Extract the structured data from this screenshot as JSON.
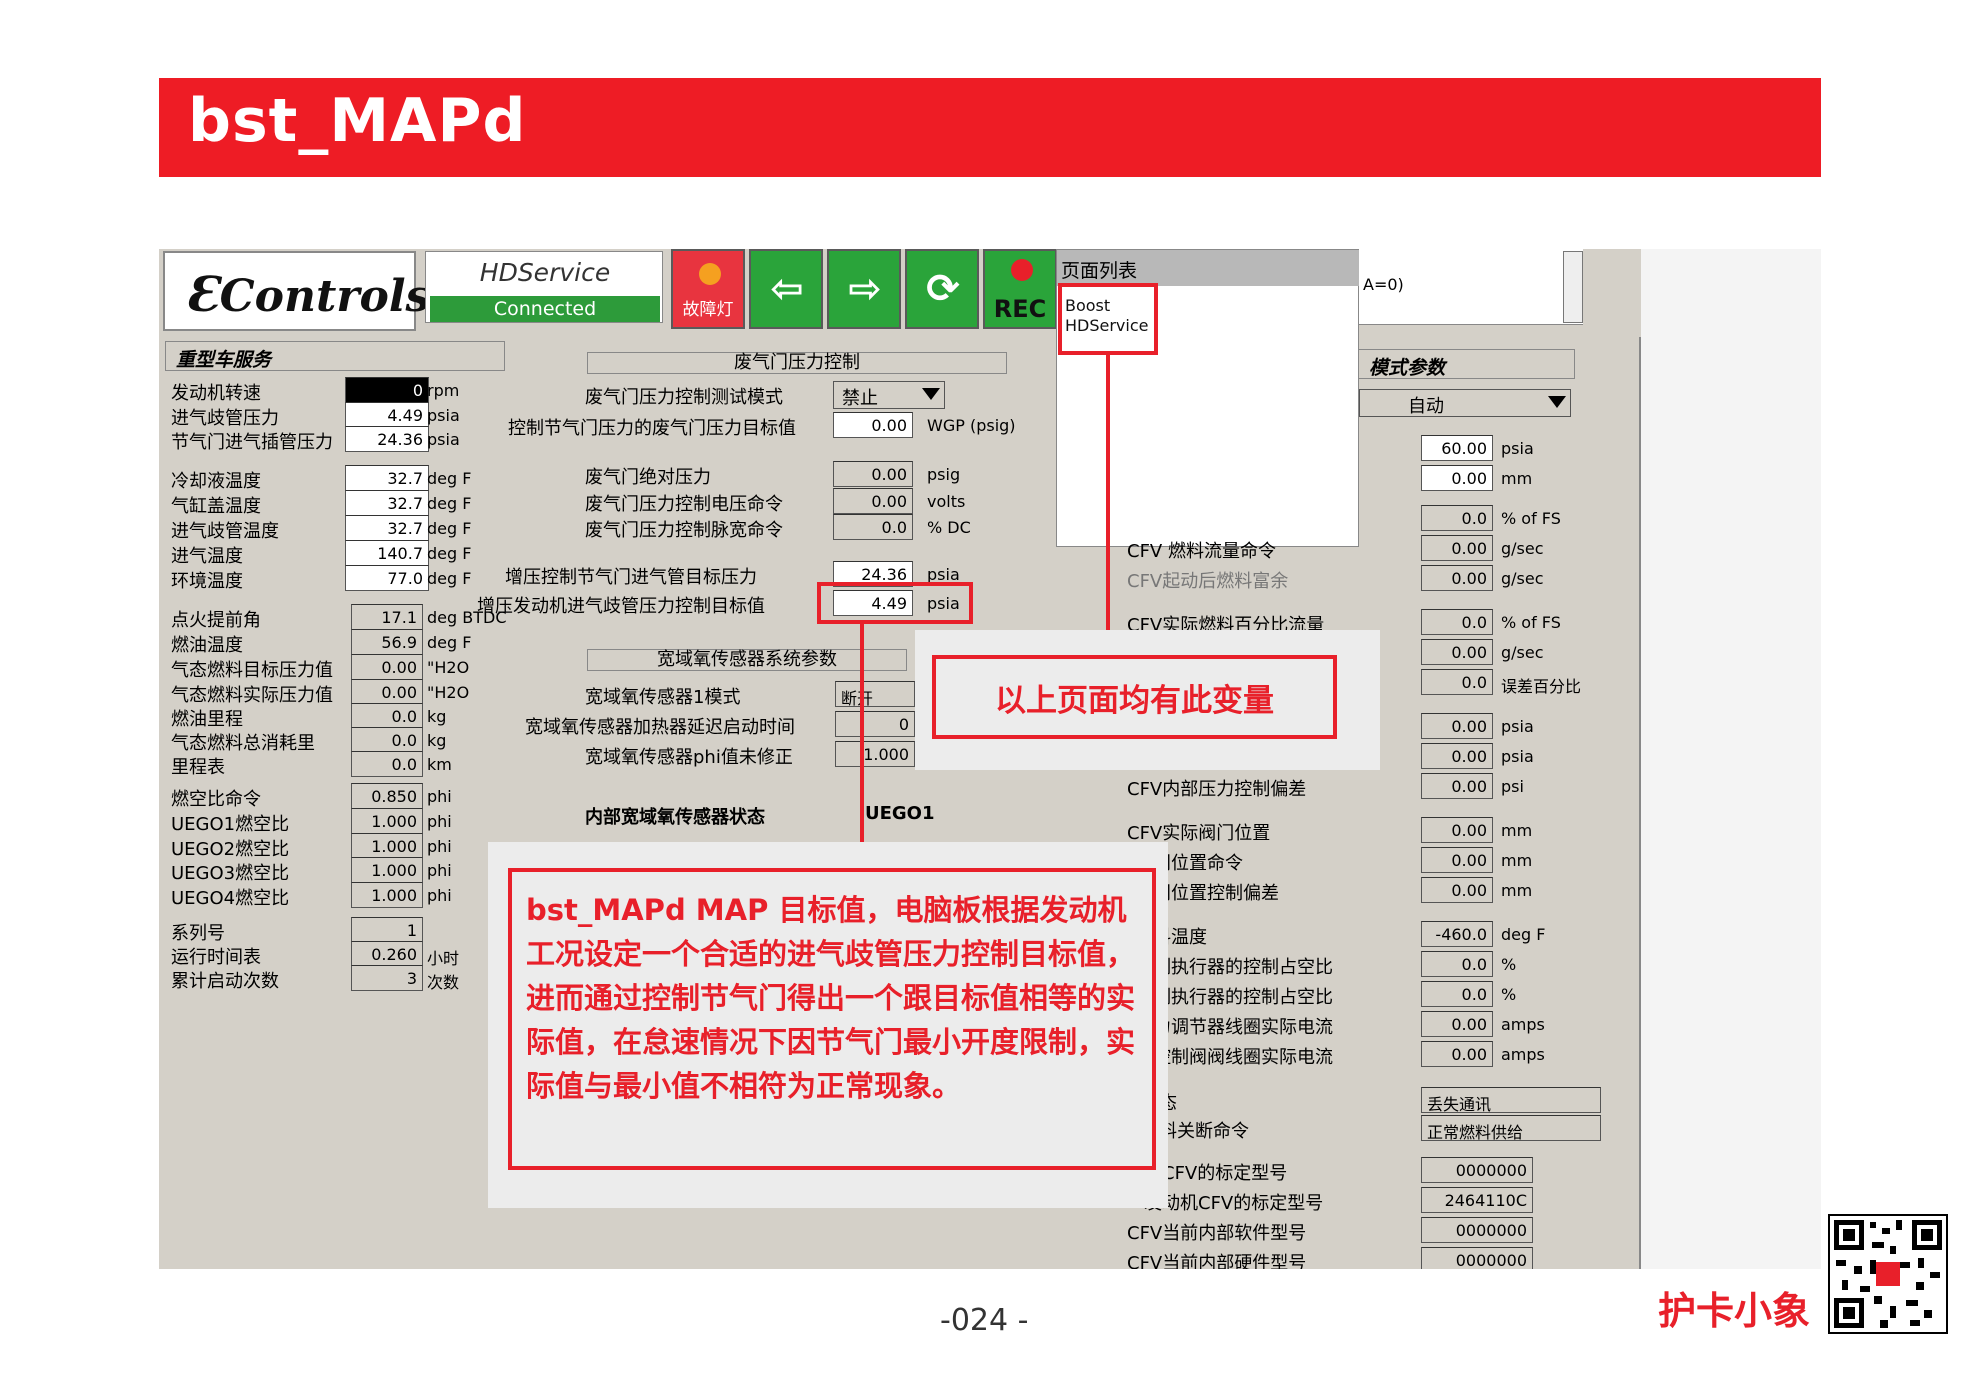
{
  "header": {
    "title": "bst_MAPd"
  },
  "toolbar": {
    "logo_text": "Controls",
    "app_name": "HDService",
    "connection_status": "Connected",
    "fault_label": "故障灯",
    "rec_label": "REC",
    "back_icon": "left-arrow-icon",
    "forward_icon": "right-arrow-icon",
    "refresh_icon": "refresh-icon"
  },
  "page_list": {
    "title": "页面列表",
    "items": [
      "Boost",
      "HDService"
    ]
  },
  "top_right": {
    "partial_text": "A=0)"
  },
  "left_panel": {
    "title": "重型车服务",
    "rows": [
      {
        "label": "发动机转速",
        "value": "0",
        "unit": "rpm"
      },
      {
        "label": "进气歧管压力",
        "value": "4.49",
        "unit": "psia"
      },
      {
        "label": "节气门进气插管压力",
        "value": "24.36",
        "unit": "psia"
      },
      {
        "label": "冷却液温度",
        "value": "32.7",
        "unit": "deg F"
      },
      {
        "label": "气缸盖温度",
        "value": "32.7",
        "unit": "deg F"
      },
      {
        "label": "进气歧管温度",
        "value": "32.7",
        "unit": "deg F"
      },
      {
        "label": "进气温度",
        "value": "140.7",
        "unit": "deg F"
      },
      {
        "label": "环境温度",
        "value": "77.0",
        "unit": "deg F"
      },
      {
        "label": "点火提前角",
        "value": "17.1",
        "unit": "deg BTDC"
      },
      {
        "label": "燃油温度",
        "value": "56.9",
        "unit": "deg F"
      },
      {
        "label": "气态燃料目标压力值",
        "value": "0.00",
        "unit": "\"H2O"
      },
      {
        "label": "气态燃料实际压力值",
        "value": "0.00",
        "unit": "\"H2O"
      },
      {
        "label": "燃油里程",
        "value": "0.0",
        "unit": "kg"
      },
      {
        "label": "气态燃料总消耗里",
        "value": "0.0",
        "unit": "kg"
      },
      {
        "label": "里程表",
        "value": "0.0",
        "unit": "km"
      },
      {
        "label": "燃空比命令",
        "value": "0.850",
        "unit": "phi"
      },
      {
        "label": "UEGO1燃空比",
        "value": "1.000",
        "unit": "phi"
      },
      {
        "label": "UEGO2燃空比",
        "value": "1.000",
        "unit": "phi"
      },
      {
        "label": "UEGO3燃空比",
        "value": "1.000",
        "unit": "phi"
      },
      {
        "label": "UEGO4燃空比",
        "value": "1.000",
        "unit": "phi"
      },
      {
        "label": "系列号",
        "value": "1",
        "unit": ""
      },
      {
        "label": "运行时间表",
        "value": "0.260",
        "unit": "小时"
      },
      {
        "label": "累计启动次数",
        "value": "3",
        "unit": "次数"
      }
    ]
  },
  "wastegate": {
    "section_title": "废气门压力控制",
    "test_mode_label": "废气门压力控制测试模式",
    "test_mode_value": "禁止",
    "rows": [
      {
        "label": "控制节气门压力的废气门压力目标值",
        "value": "0.00",
        "unit": "WGP (psig)"
      },
      {
        "label": "废气门绝对压力",
        "value": "0.00",
        "unit": "psig"
      },
      {
        "label": "废气门压力控制电压命令",
        "value": "0.00",
        "unit": "volts"
      },
      {
        "label": "废气门压力控制脉宽命令",
        "value": "0.0",
        "unit": "% DC"
      },
      {
        "label": "增压控制节气门进气管目标压力",
        "value": "24.36",
        "unit": "psia"
      },
      {
        "label": "增压发动机进气歧管压力控制目标值",
        "value": "4.49",
        "unit": "psia"
      }
    ]
  },
  "uego": {
    "section_title": "宽域氧传感器系统参数",
    "rows": [
      {
        "label": "宽域氧传感器1模式",
        "value": "断开"
      },
      {
        "label": "宽域氧传感器加热器延迟启动时间",
        "value": "0"
      },
      {
        "label": "宽域氧传感器phi值未修正",
        "value": "1.000"
      }
    ],
    "state_label": "内部宽域氧传感器状态",
    "state_value": "UEGO1"
  },
  "right_panel": {
    "title": "模式参数",
    "mode_value": "自动",
    "rows": [
      {
        "label": "",
        "value": "60.00",
        "unit": "psia"
      },
      {
        "label": "",
        "value": "0.00",
        "unit": "mm"
      },
      {
        "label": "",
        "value": "0.0",
        "unit": "% of FS"
      },
      {
        "label": "CFV 燃料流量命令",
        "value": "0.00",
        "unit": "g/sec"
      },
      {
        "label": "CFV起动后燃料富余",
        "value": "0.00",
        "unit": "g/sec"
      },
      {
        "label": "CFV实际燃料百分比流量",
        "value": "0.0",
        "unit": "% of FS"
      },
      {
        "label": "",
        "value": "0.00",
        "unit": "g/sec"
      },
      {
        "label": "",
        "value": "0.0",
        "unit": "误差百分比"
      },
      {
        "label": "",
        "value": "0.00",
        "unit": "psia"
      },
      {
        "label": "",
        "value": "0.00",
        "unit": "psia"
      },
      {
        "label": "CFV内部压力控制偏差",
        "value": "0.00",
        "unit": "psi"
      },
      {
        "label": "CFV实际阀门位置",
        "value": "0.00",
        "unit": "mm"
      },
      {
        "label": "部阀门位置命令",
        "value": "0.00",
        "unit": "mm"
      },
      {
        "label": "部阀门位置控制偏差",
        "value": "0.00",
        "unit": "mm"
      },
      {
        "label": "段燃料温度",
        "value": "-460.0",
        "unit": "deg F"
      },
      {
        "label": "力控制执行器的控制占空比",
        "value": "0.0",
        "unit": "%"
      },
      {
        "label": "门控制执行器的控制占空比",
        "value": "0.0",
        "unit": "%"
      },
      {
        "label": "阀压力调节器线圈实际电流",
        "value": "0.00",
        "unit": "amps"
      },
      {
        "label": "流量控制阀阀线圈实际电流",
        "value": "0.00",
        "unit": "amps"
      }
    ],
    "status_rows": [
      {
        "label": "态",
        "value": "丢失通讯"
      },
      {
        "label": "料关断命令",
        "value": "正常燃料供给"
      }
    ],
    "id_rows": [
      {
        "label": "机CFV的标定型号",
        "value": "0000000"
      },
      {
        "label": "发动机CFV的标定型号",
        "value": "2464110C"
      },
      {
        "label": "CFV当前内部软件型号",
        "value": "0000000"
      },
      {
        "label": "CFV当前内部硬件型号",
        "value": "0000000"
      }
    ]
  },
  "callouts": {
    "variable_note": "以上页面均有此变量",
    "explanation": "bst_MAPd MAP 目标值，电脑板根据发动机工况设定一个合适的进气歧管压力控制目标值，进而通过控制节气门得出一个跟目标值相等的实际值，在怠速情况下因节气门最小开度限制，实际值与最小值不相符为正常现象。"
  },
  "footer": {
    "page_number": "-024 -",
    "brand": "护卡小象"
  },
  "colors": {
    "banner": "#ee1c25",
    "accent_red": "#e8202a",
    "green": "#2aa43a",
    "panel": "#d4d0c8"
  }
}
